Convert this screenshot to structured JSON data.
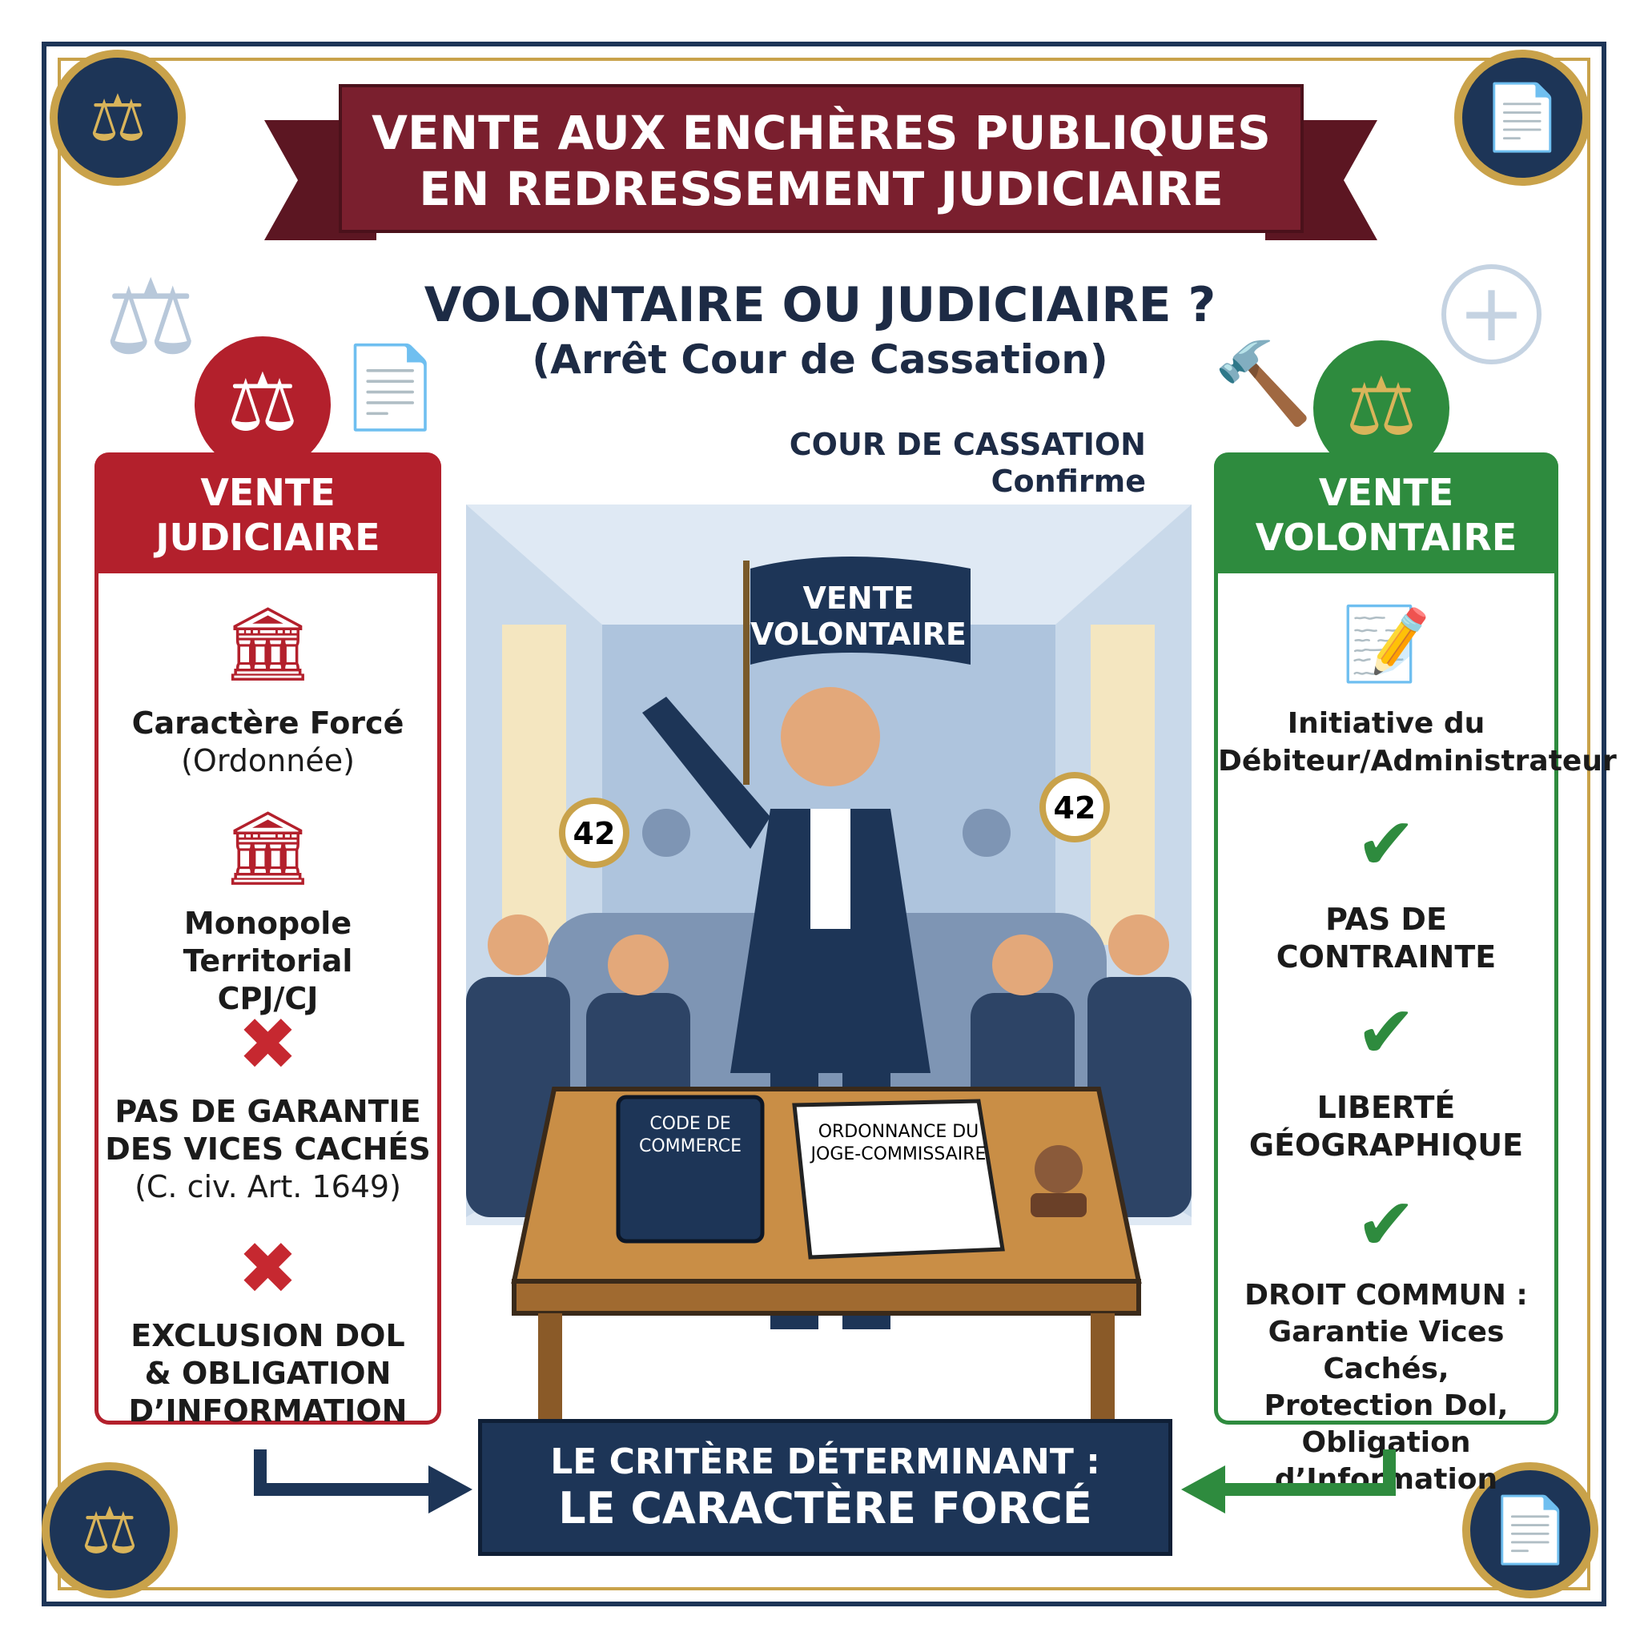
{
  "title": {
    "line1": "VENTE AUX ENCHÈRES PUBLIQUES",
    "line2": "EN REDRESSEMENT JUDICIAIRE"
  },
  "subtitle": {
    "question": "VOLONTAIRE OU JUDICIAIRE ?",
    "source": "(Arrêt Cour de Cassation)"
  },
  "court_note": {
    "line1": "COUR DE CASSATION",
    "line2": "Confirme"
  },
  "left_panel": {
    "header_line1": "VENTE",
    "header_line2": "JUDICIAIRE",
    "color": "#b3202c",
    "items": [
      {
        "icon": "courthouse-icon",
        "lines": [
          "Caractère Forcé",
          "(Ordonnée)"
        ]
      },
      {
        "icon": "courthouse-icon",
        "lines": [
          "Monopole Territorial",
          "CPJ/CJ"
        ]
      },
      {
        "icon": "cross-icon",
        "lines": [
          "PAS DE GARANTIE",
          "DES VICES CACHÉS",
          "(C. civ. Art. 1649)"
        ]
      },
      {
        "icon": "cross-icon",
        "lines": [
          "EXCLUSION DOL",
          "& OBLIGATION",
          "D’INFORMATION"
        ]
      }
    ]
  },
  "right_panel": {
    "header_line1": "VENTE",
    "header_line2": "VOLONTAIRE",
    "color": "#2e8b3e",
    "items": [
      {
        "icon": "document-pen-icon",
        "lines": [
          "Initiative du",
          "Débiteur/Administrateur"
        ]
      },
      {
        "icon": "check-icon",
        "lines": [
          "PAS DE",
          "CONTRAINTE"
        ]
      },
      {
        "icon": "check-icon",
        "lines": [
          "LIBERTÉ",
          "GÉOGRAPHIQUE"
        ]
      },
      {
        "icon": "check-icon",
        "lines": [
          "DROIT COMMUN :",
          "Garantie Vices Cachés,",
          "Protection Dol,",
          "Obligation",
          "d’Information"
        ]
      }
    ]
  },
  "scene": {
    "flag": [
      "VENTE",
      "VOLONTAIRE"
    ],
    "paddle_number": "42",
    "book": [
      "CODE DE",
      "COMMERCE"
    ],
    "document": [
      "ORDONNANCE DU",
      "JOGE-COMMISSAIRE"
    ]
  },
  "bottom_banner": {
    "line1": "LE CRITÈRE DÉTERMINANT :",
    "line2": "LE CARACTÈRE FORCÉ"
  },
  "colors": {
    "navy": "#1d3557",
    "gold": "#c9a24a",
    "burgundy": "#7a1f2e",
    "red": "#b3202c",
    "green": "#2e8b3e"
  }
}
